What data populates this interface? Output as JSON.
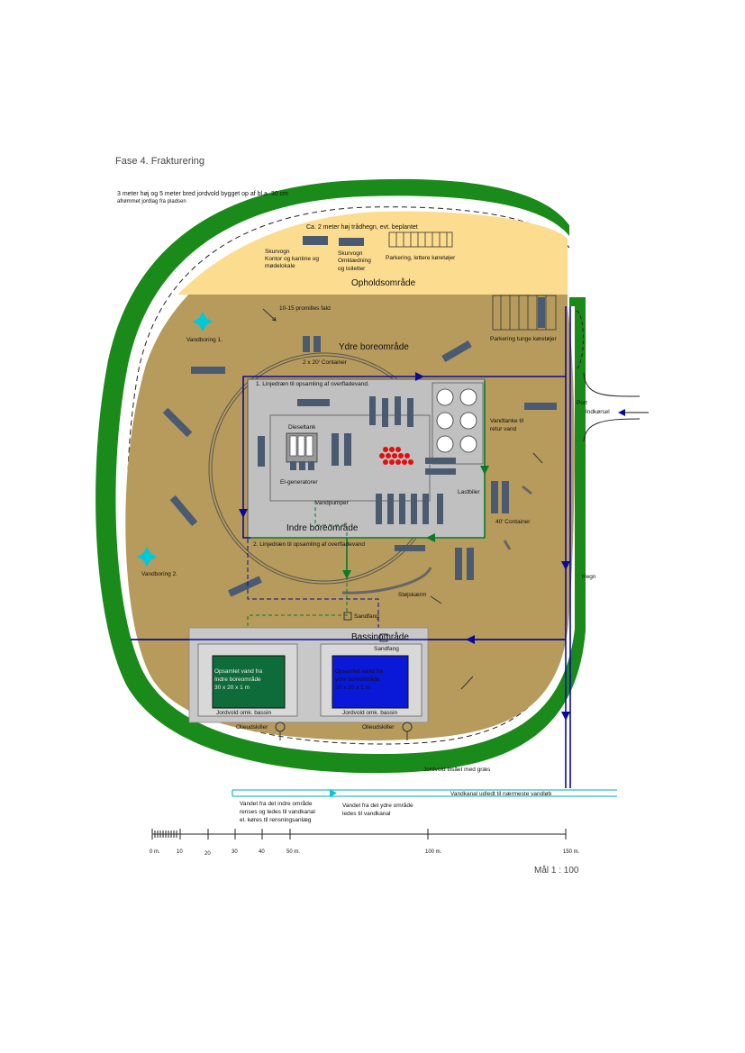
{
  "title": "Fase 4. Frakturering",
  "scale_note": "Mål 1 : 100",
  "labels": {
    "berm_note_1": "3 meter høj og 5 meter bred jordvold bygget op af bl.a. 30 cm",
    "berm_note_2": "afrømmet jordlag fra pladsen",
    "fence_note": "Ca. 2 meter høj trådhegn, evt. beplantet",
    "skurvogn1_a": "Skurvogn",
    "skurvogn1_b": "Kontor og kantine og",
    "skurvogn1_c": "mødelokale",
    "skurvogn2_a": "Skurvogn",
    "skurvogn2_b": "Omklædning",
    "skurvogn2_c": "og toiletter",
    "parking_light": "Parkering, lettere køretøjer",
    "opholdsomrade": "Opholdsområde",
    "fald": "10-15 promilles fald",
    "parking_heavy": "Parkering tunge køretøjer",
    "vandboring1": "Vandboring 1.",
    "ydre": "Ydre boreområde",
    "container20": "2 x 20' Container",
    "linjedr1": "1. Linjedræn til opsamling af overfladevand.",
    "port": "Port",
    "indkorsel": "Indkørsel",
    "dieseltank": "Dieseltank",
    "vandtanke_a": "Vandtanke til",
    "vandtanke_b": "retur vand",
    "elgenerator": "El-generatorer",
    "lastbiler": "Lastbiler",
    "vandpumper": "Vandpumper",
    "indre": "Indre boreområde",
    "container40": "40' Container",
    "linjedr2": "2. Linjedræn til opsamling af overfladevand",
    "hegn": "Hegn",
    "vandboring2": "Vandboring 2.",
    "stojskaerm": "Støjskærm",
    "sandfang1": "Sandfang",
    "bassin": "Bassinområde",
    "sandfang2": "Sandfang",
    "pool1_a": "Opsamlet vand fra",
    "pool1_b": "Indre boreområde",
    "pool1_c": "30 x 20 x 1 m",
    "pool2_a": "Opsamlet vand fra",
    "pool2_b": "ydre boreområde",
    "pool2_c": "30 x 20 x 1 m",
    "jordvold_bassin1": "Jordvold omk. bassin",
    "jordvold_bassin2": "Jordvold omk. bassin",
    "olie1": "Olieudskiller",
    "olie2": "Olieudskiller",
    "jordvold_graes": "Jordvold tilsået med græs",
    "vandkanal": "Vandkanal udledt til nærmeste vandløb",
    "vand_indre_a": "Vandet fra det indre område",
    "vand_indre_b": "renses og ledes til vandkanal",
    "vand_indre_c": "el. køres til rensningsanlæg",
    "vand_ydre_a": "Vandet fra det ydre område",
    "vand_ydre_b": "ledes til vandkanal"
  },
  "scale_bar": {
    "ticks": [
      "0 m.",
      "10",
      "20",
      "30",
      "40",
      "50 m.",
      "100 m.",
      "150 m."
    ]
  },
  "colors": {
    "berm": "#1a8a1a",
    "ground": "#b79b5c",
    "rest_area": "#fcdc8e",
    "pad": "#c0c0c0",
    "drain": "#0a0a9a",
    "pool_inner": "#0e6b3a",
    "pool_outer": "#0a18d8",
    "equipment": "#4a5a70",
    "cyan": "#00c8d8"
  },
  "icons": [
    "well-marker-icon",
    "arrow-icon",
    "tank-icon",
    "truck-icon"
  ]
}
